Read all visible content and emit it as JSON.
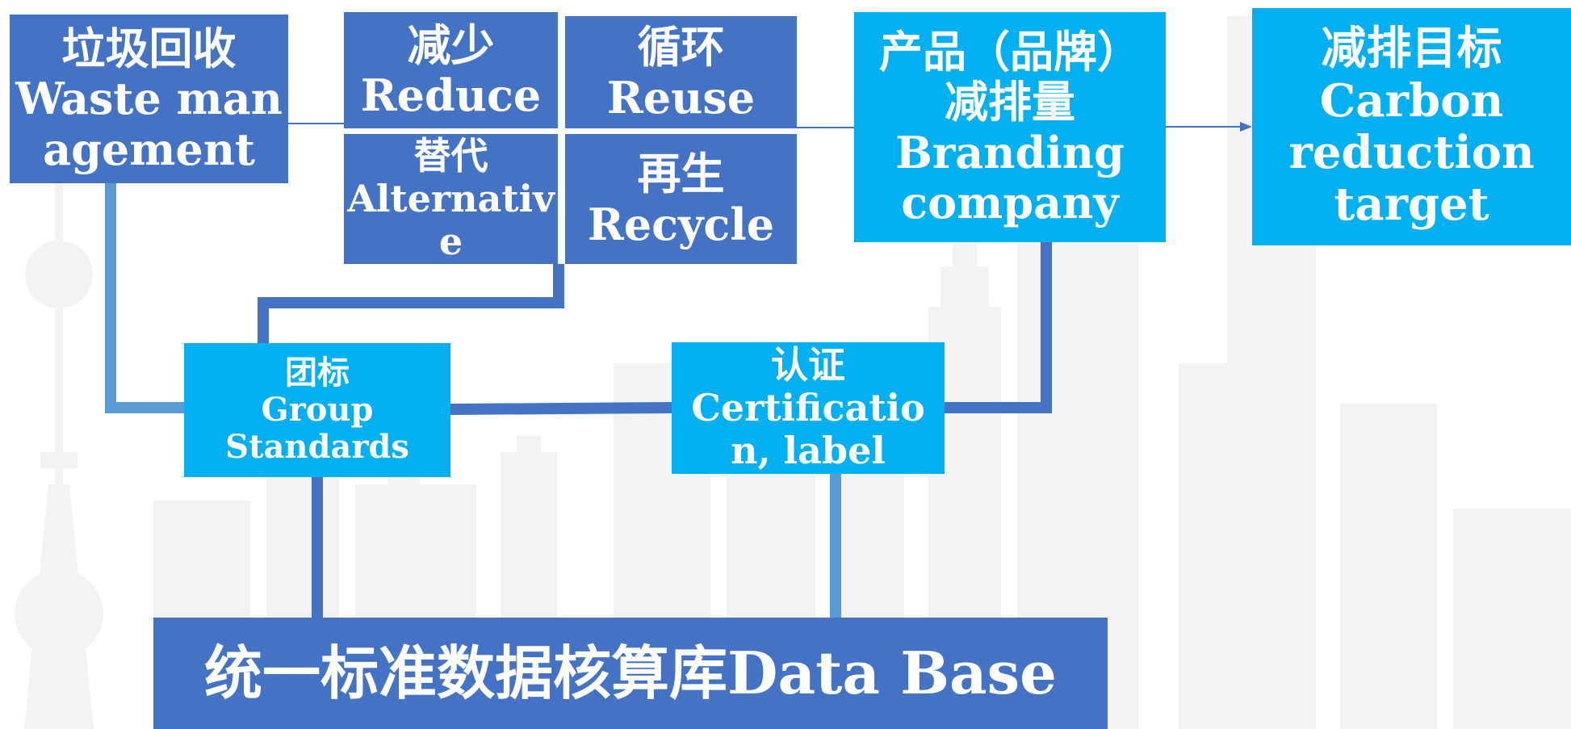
{
  "diagram": {
    "waste": {
      "zh": "垃圾回收",
      "en": "Waste management"
    },
    "reduce": {
      "zh": "减少",
      "en": "Reduce"
    },
    "reuse": {
      "zh": "循环",
      "en": "Reuse"
    },
    "alternative": {
      "zh": "替代",
      "en": "Alternative"
    },
    "recycle": {
      "zh": "再生",
      "en": "Recycle"
    },
    "branding": {
      "zh": "产品（品牌）减排量",
      "en": "Branding company"
    },
    "target": {
      "zh": "减排目标",
      "en": "Carbon reduction target"
    },
    "group_standards": {
      "zh": "团标",
      "en": "Group Standards"
    },
    "certification": {
      "zh": "认证",
      "en": "Certification, label"
    },
    "database": {
      "zh": "统一标准数据核算库",
      "en": "Data Base"
    }
  },
  "colors": {
    "dark_box": "#4472C4",
    "cyan_box": "#00B0F0",
    "connector": "#4472C4",
    "connector_light": "#5B9BD5",
    "text": "#FFFFFF",
    "skyline": "#F2F2F2"
  }
}
